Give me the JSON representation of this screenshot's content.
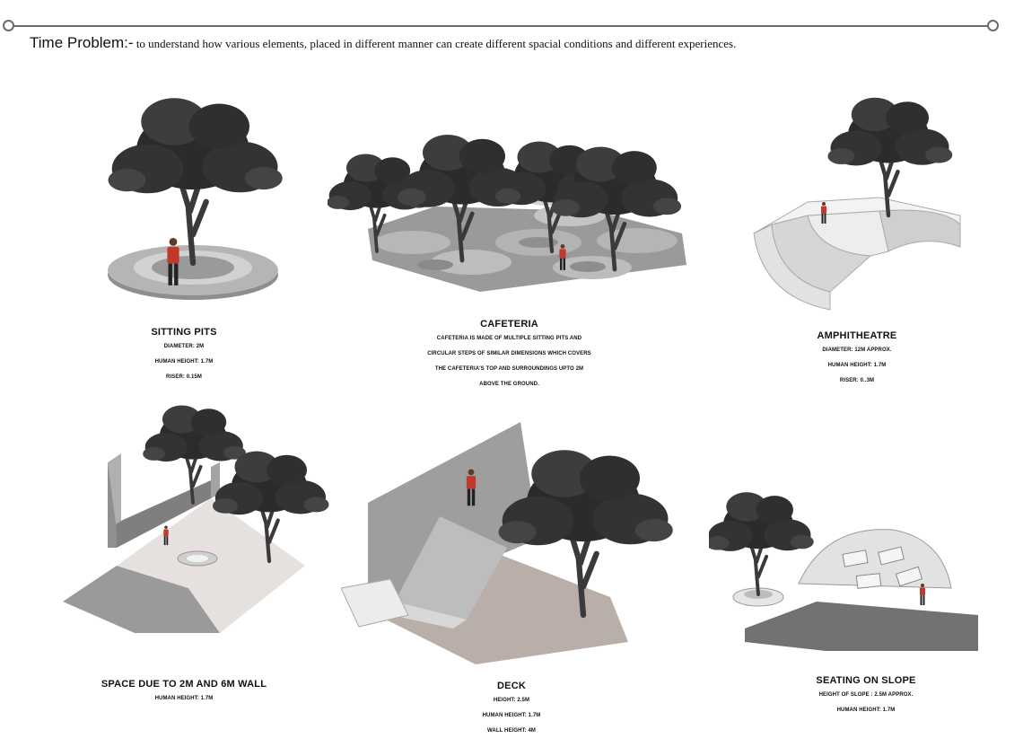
{
  "header": {
    "title": "Time Problem:-",
    "description": "to understand how various elements, placed in different manner can create different spacial conditions and different experiences."
  },
  "sections": {
    "sitting_pits": {
      "title": "SITTING PITS",
      "lines": [
        "DIAMETER: 2M",
        "HUMAN HEIGHT: 1.7M",
        "RISER: 0.15M"
      ]
    },
    "cafeteria": {
      "title": "CAFETERIA",
      "lines": [
        "CAFETERIA IS MADE OF MULTIPLE SITTING PITS AND",
        "CIRCULAR STEPS OF SIMILAR DIMENSIONS WHICH COVERS",
        "THE CAFETERIA'S TOP AND SURROUNDINGS UPTO 2M",
        "ABOVE THE GROUND."
      ]
    },
    "amphitheatre": {
      "title": "AMPHITHEATRE",
      "lines": [
        "DIAMETER: 12M APPROX.",
        "HUMAN HEIGHT: 1.7M",
        "RISER: 0..3M"
      ]
    },
    "wall_space": {
      "title": "SPACE DUE TO 2M AND 6M WALL",
      "lines": [
        "HUMAN HEIGHT: 1.7M"
      ]
    },
    "deck": {
      "title": "DECK",
      "lines": [
        "HEIGHT: 2.5M",
        "HUMAN HEIGHT: 1.7M",
        "WALL HEIGHT: 4M"
      ]
    },
    "slope": {
      "title": "SEATING ON SLOPE",
      "lines": [
        "HEIGHT OF SLOPE : 2.5M APPROX.",
        "HUMAN HEIGHT: 1.7M"
      ]
    }
  },
  "colors": {
    "rule": "#6b6b6b",
    "tree_foliage": "#2b2b2b",
    "human_shirt": "#c0392b",
    "surface_gray": "#a6a6a6",
    "deck_floor": "#b9aea8"
  }
}
